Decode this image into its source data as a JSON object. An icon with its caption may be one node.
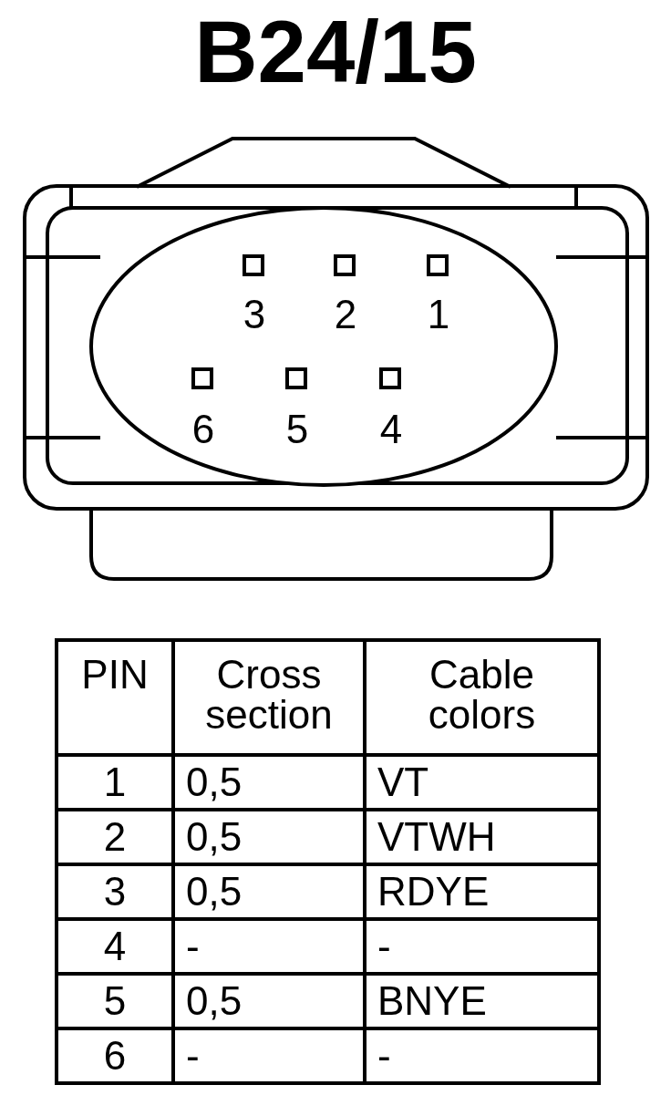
{
  "diagram": {
    "title": "B24/15",
    "labels": [
      "3",
      "2",
      "1",
      "6",
      "5",
      "4",
      "PIN",
      "Cross section",
      "Cable colors",
      "1",
      "0,5",
      "VT",
      "2",
      "0,5",
      "VTWH",
      "3",
      "0,5",
      "RDYE",
      "4",
      "-",
      "-",
      "5",
      "0,5",
      "BNYE",
      "6",
      "-",
      "-"
    ]
  }
}
